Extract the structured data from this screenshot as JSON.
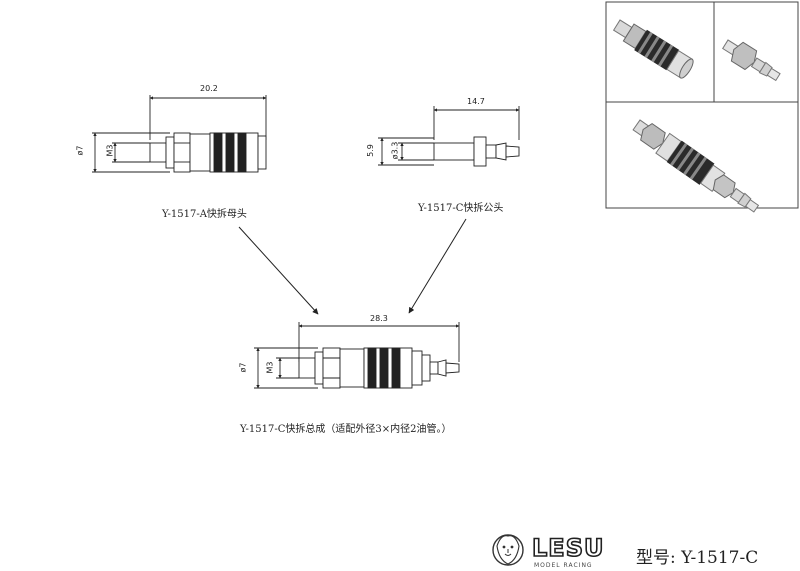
{
  "part_a": {
    "label": "Y-1517-A快拆母头",
    "dim_length": "20.2",
    "dim_outer": "ø7",
    "dim_thread": "M3"
  },
  "part_c_male": {
    "label": "Y-1517-C快拆公头",
    "dim_length": "14.7",
    "dim_outer": "5.9",
    "dim_inner": "ø3.3"
  },
  "assembly": {
    "label": "Y-1517-C快拆总成（适配外径3×内径2油管。）",
    "dim_length": "28.3",
    "dim_outer": "ø7",
    "dim_thread": "M3"
  },
  "brand": {
    "name": "LESU",
    "tagline": "MODEL RACING",
    "model_label": "型号: Y-1517-C"
  },
  "icons": [
    "lion-logo-icon"
  ]
}
